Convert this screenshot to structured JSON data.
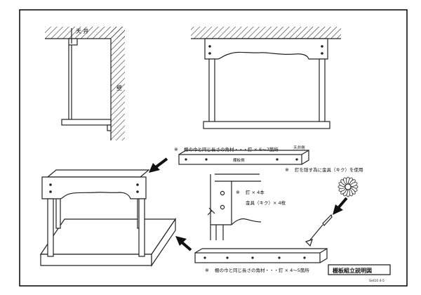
{
  "labels": {
    "ceiling": "天 井",
    "wall": "壁",
    "note_top_prefix": "※",
    "note_top": "棚の巾と同じ長さの角材・・・釘 × 6〜7箇所",
    "ceiling_side_tag": "天井側",
    "shelf_side_tag": "棚板側",
    "note_kikku_prefix": "※",
    "note_kikku": "釘を隠す為に金具（キク）を使用",
    "nails_prefix": "※",
    "nails": "釘 × 4本",
    "fittings": "金具（キク）× 4枚",
    "note_bottom_prefix": "※",
    "note_bottom": "棚の巾と同じ長さの角材・・・釘 × 4〜5箇所",
    "title": "棚板組立説明図",
    "code": "Set10 4-5"
  }
}
